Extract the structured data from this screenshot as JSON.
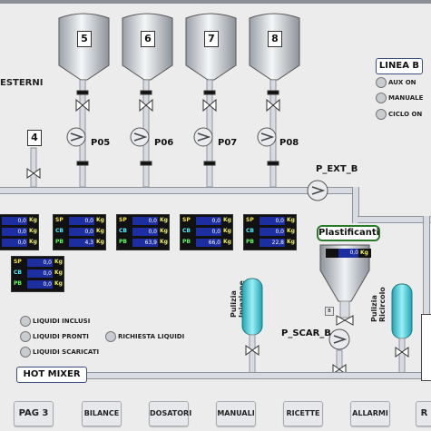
{
  "left_label": "ESTERNI",
  "tanks": [
    {
      "number": "5"
    },
    {
      "number": "6"
    },
    {
      "number": "7"
    },
    {
      "number": "8"
    }
  ],
  "pumps": [
    "P05",
    "P06",
    "P07",
    "P08"
  ],
  "left_tank_number": "4",
  "line_b": {
    "title": "LINEA B",
    "indicators": [
      "AUX ON",
      "MANUALE",
      "CICLO ON"
    ]
  },
  "p_ext_label": "P_EXT_B",
  "plastificanti": {
    "label": "Plastificanti",
    "value": "0,0",
    "unit": "Kg"
  },
  "p_scar_label": "P_SCAR_B",
  "pulizia_iniezione": "Pulizia\nIniezione",
  "pulizia_ricircolo": "Pulizia\nRicircolo",
  "valve_marker": "B",
  "row_labels": {
    "sp": "SP",
    "cb": "CB",
    "pb": "PB"
  },
  "unit": "Kg",
  "panels_top": [
    {
      "sp": "0,0",
      "cb": "0,0",
      "pb": "4,3"
    },
    {
      "sp": "0,0",
      "cb": "0,0",
      "pb": "63,9"
    },
    {
      "sp": "0,0",
      "cb": "0,0",
      "pb": "66,0"
    },
    {
      "sp": "0,0",
      "cb": "0,0",
      "pb": "22,8"
    }
  ],
  "panel_left_partial": {
    "sp": "0,0",
    "cb": "0,0",
    "pb": "0,0"
  },
  "panel_lower": {
    "sp": "0,0",
    "cb": "0,0",
    "pb": "0,0"
  },
  "status_indicators": [
    "LIQUIDI INCLUSI",
    "LIQUIDI PRONTI",
    "LIQUIDI SCARICATI"
  ],
  "richiesta": "RICHIESTA LIQUIDI",
  "hot_mixer": "HOT MIXER",
  "nav": [
    "PAG 3",
    "BILANCE",
    "DOSATORI",
    "MANUALI",
    "RICETTE",
    "ALLARMI",
    "R"
  ],
  "colors": {
    "tank": "#c8ccd2",
    "cyan_vessel": "#35c6d6",
    "panel_bg": "#111111",
    "value_bg": "#1d2fa0"
  }
}
